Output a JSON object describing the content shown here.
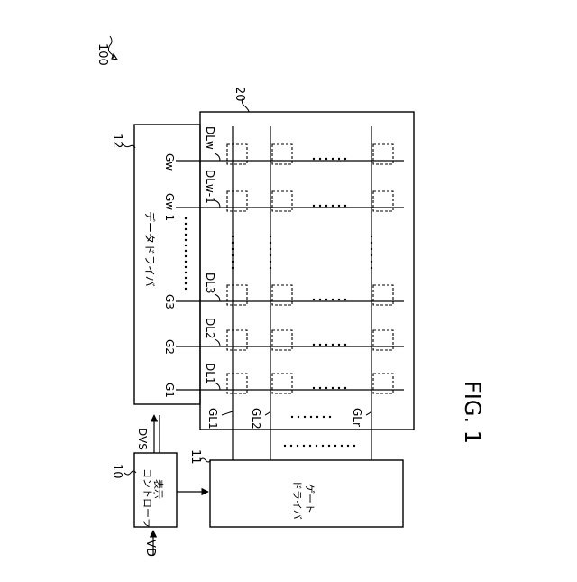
{
  "figure": {
    "ref": "100",
    "caption": "FIG. 1",
    "input_label": "VD",
    "controller": {
      "ref": "10",
      "label": "表示\nコントローラ"
    },
    "gate_driver": {
      "ref": "11",
      "label": "ゲート\nドライバ"
    },
    "data_driver": {
      "ref": "12",
      "label": "データドライバ",
      "signal": "DVS"
    },
    "panel": {
      "ref": "20"
    },
    "outputs": [
      "G1",
      "G2",
      "G3",
      "Gw-1",
      "Gw"
    ],
    "data_lines": [
      "DL1",
      "DL2",
      "DL3",
      "DLw-1",
      "DLw"
    ],
    "gate_lines": [
      "GL1",
      "GL2",
      "GLr"
    ]
  }
}
